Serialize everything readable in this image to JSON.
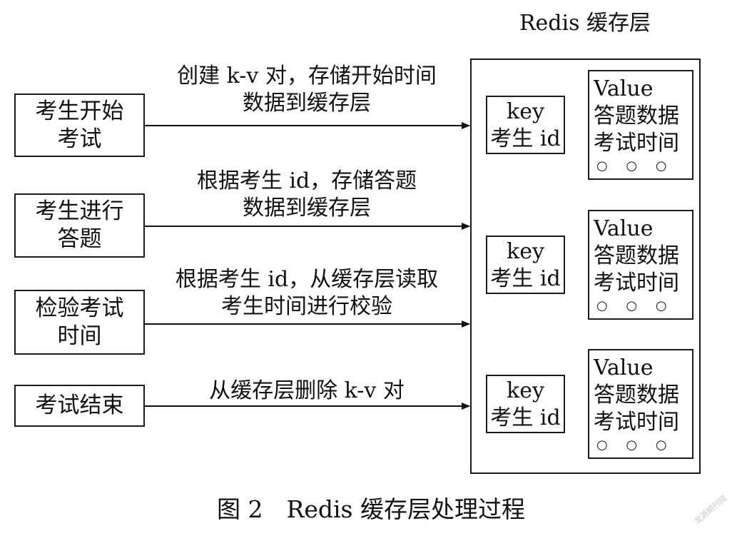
{
  "redis_title": "Redis 缓存层",
  "steps": [
    {
      "box": [
        "考生开始",
        "考试"
      ],
      "label": [
        "创建 k-v 对，存储开始时间",
        "数据到缓存层"
      ]
    },
    {
      "box": [
        "考生进行",
        "答题"
      ],
      "label": [
        "根据考生 id，存储答题",
        "数据到缓存层"
      ]
    },
    {
      "box": [
        "检验考试",
        "时间"
      ],
      "label": [
        "根据考生 id，从缓存层读取",
        "考生时间进行校验"
      ]
    },
    {
      "box": [
        "考试结束"
      ],
      "label": [
        "从缓存层删除 k-v 对"
      ]
    }
  ],
  "entries": [
    {
      "key": [
        "key",
        "考生 id"
      ],
      "value": [
        "Value",
        "答题数据",
        "考试时间",
        "○ ○ ○"
      ]
    },
    {
      "key": [
        "key",
        "考生 id"
      ],
      "value": [
        "Value",
        "答题数据",
        "考试时间",
        "○ ○ ○"
      ]
    },
    {
      "key": [
        "key",
        "考生 id"
      ],
      "value": [
        "Value",
        "答题数据",
        "考试时间",
        "○ ○ ○"
      ]
    }
  ],
  "caption": "图 2　Redis 缓存层处理过程",
  "watermark": "龙源期刊网"
}
